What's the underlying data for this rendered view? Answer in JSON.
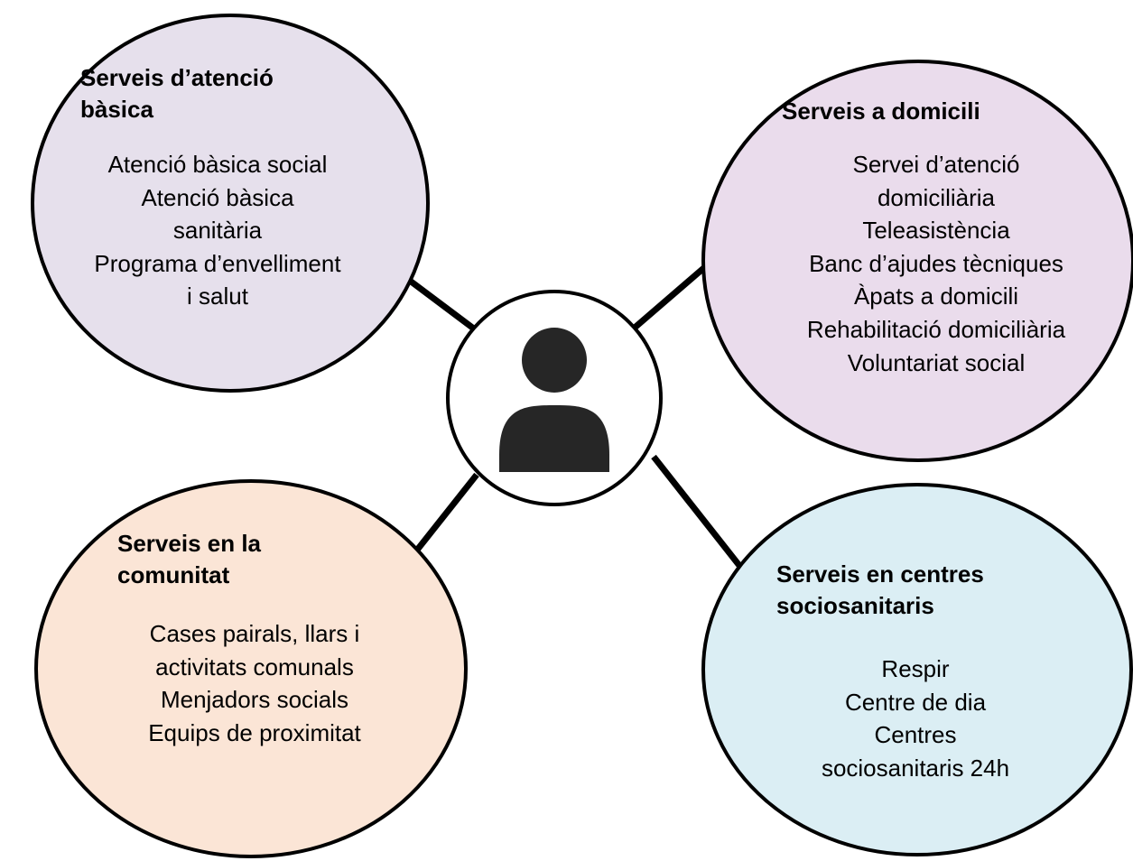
{
  "nodes": {
    "top_left": {
      "title_lines": [
        "Serveis d’atenció",
        "bàsica"
      ],
      "items": [
        "Atenció bàsica social",
        "Atenció bàsica",
        "sanitària",
        "Programa d’envelliment",
        "i salut"
      ],
      "fill": "#e6e0ec"
    },
    "top_right": {
      "title_lines": [
        "Serveis a domicili"
      ],
      "items": [
        "Servei d’atenció",
        "domiciliària",
        "Teleasistència",
        "Banc d’ajudes tècniques",
        "Àpats a domicili",
        "Rehabilitació domiciliària",
        "Voluntariat social"
      ],
      "fill": "#eadcec"
    },
    "bottom_left": {
      "title_lines": [
        "Serveis en la",
        "comunitat"
      ],
      "items": [
        "Cases pairals, llars i",
        "activitats comunals",
        "Menjadors socials",
        "Equips de proximitat"
      ],
      "fill": "#fbe5d6"
    },
    "bottom_right": {
      "title_lines": [
        "Serveis en centres",
        "sociosanitaris"
      ],
      "items": [
        "Respir",
        "Centre de dia",
        "Centres",
        "sociosanitaris 24h"
      ],
      "fill": "#dbeef4"
    }
  },
  "center": {
    "icon": "person-icon",
    "fill": "#ffffff",
    "icon_color": "#262626"
  },
  "line_color": "#000000"
}
